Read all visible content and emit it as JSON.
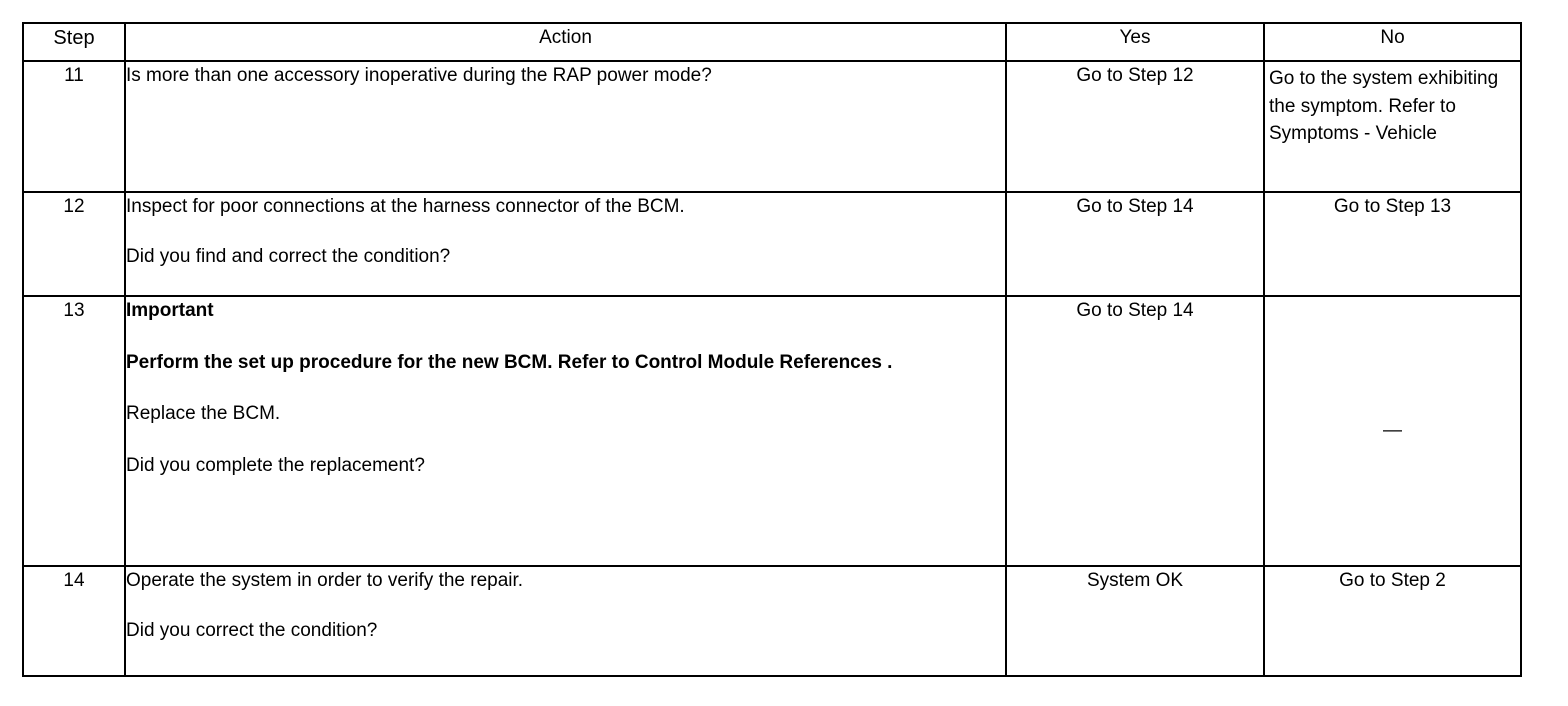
{
  "table": {
    "headers": {
      "step": "Step",
      "action": "Action",
      "yes": "Yes",
      "no": "No"
    },
    "rows": [
      {
        "step": "11",
        "action_lines": [
          {
            "text": "Is more than one accessory inoperative during the RAP power mode?",
            "bold": false
          }
        ],
        "yes": "Go to Step 12",
        "no": "Go to the system exhibiting the symptom. Refer to Symptoms - Vehicle"
      },
      {
        "step": "12",
        "action_lines": [
          {
            "text": "Inspect for poor connections at the harness connector of the BCM.",
            "bold": false
          },
          {
            "text": "Did you find and correct the condition?",
            "bold": false
          }
        ],
        "yes": "Go to Step 14",
        "no": "Go to Step 13"
      },
      {
        "step": "13",
        "action_lines": [
          {
            "text": "Important",
            "bold": true
          },
          {
            "text": "Perform the set up procedure for the new BCM. Refer to Control Module References .",
            "bold": true
          },
          {
            "text": "Replace the BCM.",
            "bold": false
          },
          {
            "text": "Did you complete the replacement?",
            "bold": false
          }
        ],
        "yes": "Go to Step 14",
        "no": "—"
      },
      {
        "step": "14",
        "action_lines": [
          {
            "text": "Operate the system in order to verify the repair.",
            "bold": false
          },
          {
            "text": "Did you correct the condition?",
            "bold": false
          }
        ],
        "yes": "System OK",
        "no": "Go to Step 2"
      }
    ]
  }
}
